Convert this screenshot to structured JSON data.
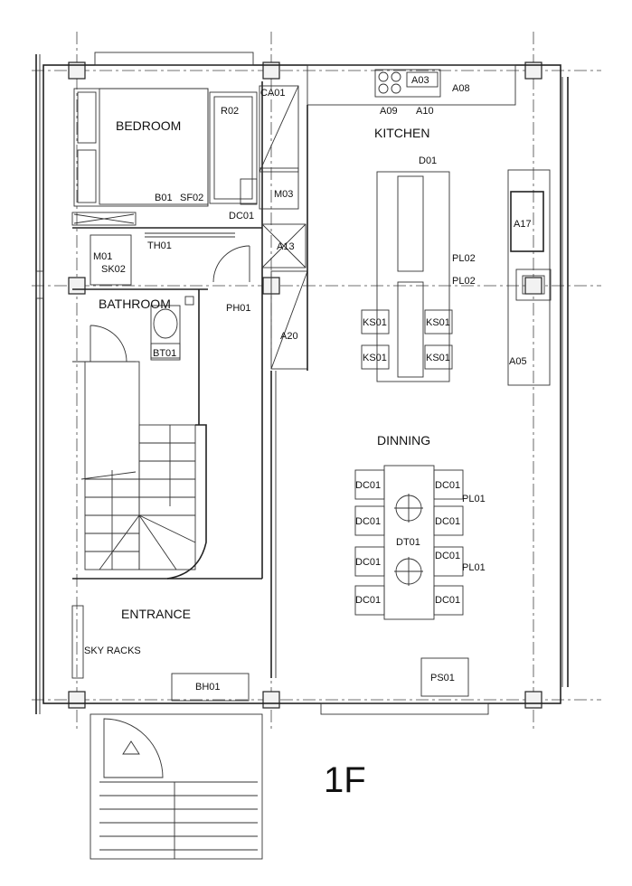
{
  "plan": {
    "floor_label": "1F",
    "rooms": {
      "bedroom": "BEDROOM",
      "kitchen": "KITCHEN",
      "bathroom": "BATHROOM",
      "dinning": "DINNING",
      "entrance": "ENTRANCE",
      "sky_racks": "SKY RACKS"
    },
    "tags": {
      "ca01": "CA01",
      "r02": "R02",
      "b01": "B01",
      "sf02": "SF02",
      "m03": "M03",
      "dc01_bed": "DC01",
      "th01": "TH01",
      "m01": "M01",
      "sk02": "SK02",
      "a13": "A13",
      "ph01": "PH01",
      "bt01": "BT01",
      "a20": "A20",
      "a03": "A03",
      "a08": "A08",
      "a09": "A09",
      "a10": "A10",
      "d01": "D01",
      "pl02_a": "PL02",
      "pl02_b": "PL02",
      "a17": "A17",
      "ks01_a": "KS01",
      "ks01_b": "KS01",
      "ks01_c": "KS01",
      "ks01_d": "KS01",
      "a05": "A05",
      "dc01_1": "DC01",
      "dc01_2": "DC01",
      "dc01_3": "DC01",
      "dc01_4": "DC01",
      "dc01_5": "DC01",
      "dc01_6": "DC01",
      "dc01_7": "DC01",
      "dc01_8": "DC01",
      "pl01_a": "PL01",
      "pl01_b": "PL01",
      "dt01": "DT01",
      "bh01": "BH01",
      "ps01": "PS01"
    }
  }
}
